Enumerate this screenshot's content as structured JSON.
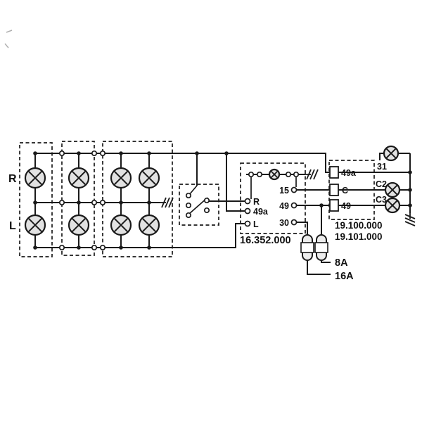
{
  "diagram": {
    "left_bank": {
      "right_row_label": "R",
      "left_row_label": "L"
    },
    "flasher_unit": {
      "part_number": "16.352.000",
      "terminals_left": [
        "R",
        "49a",
        "L"
      ],
      "terminals_right": [
        "15",
        "49",
        "30"
      ]
    },
    "relay_unit": {
      "part_numbers": [
        "19.100.000",
        "19.101.000"
      ],
      "terminals_left": [
        "49a",
        "C",
        "49"
      ],
      "terminals_right": [
        "31",
        "C2",
        "C3"
      ]
    },
    "fuses": {
      "fuse_a_rating": "8A",
      "fuse_b_rating": "16A"
    },
    "colors": {
      "wire": "#1a1a1a",
      "lamp_fill": "#e2e2e2",
      "background": "#ffffff"
    }
  }
}
